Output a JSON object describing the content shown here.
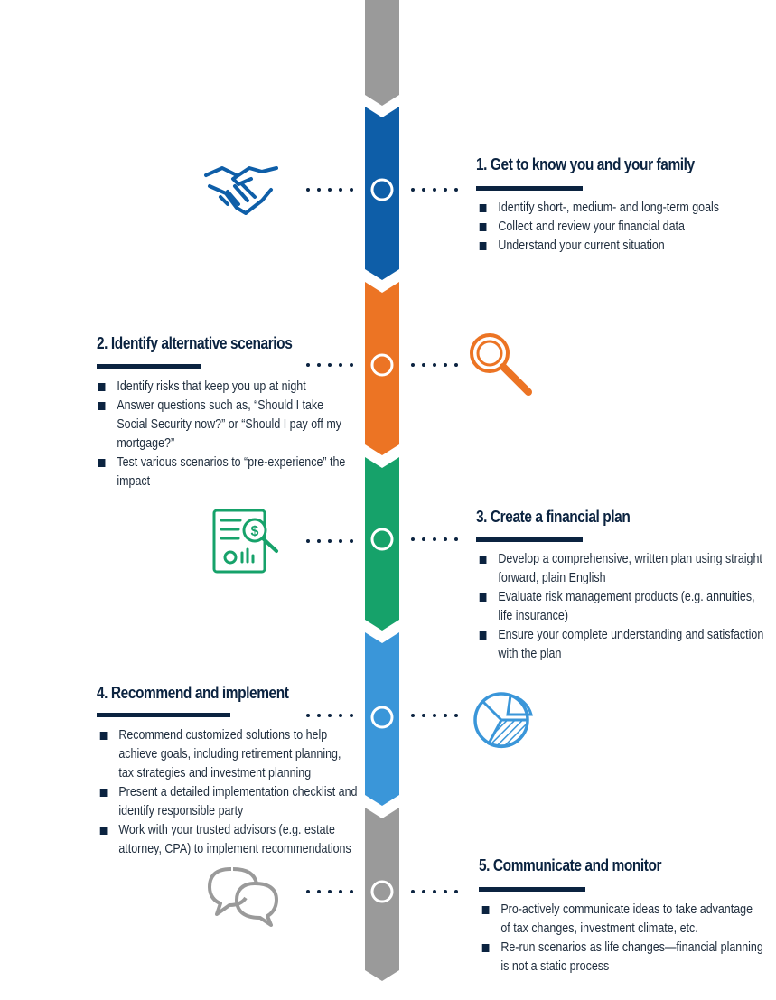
{
  "steps": [
    {
      "title": "1. Get to know  you and your family",
      "color": "#0e5ea8",
      "icon": "handshake-icon",
      "bullets": [
        "Identify short-, medium- and long-term goals",
        "Collect and review your financial data",
        "Understand your current situation"
      ]
    },
    {
      "title": "2. Identify alternative scenarios",
      "color": "#ec7424",
      "icon": "magnifier-icon",
      "bullets": [
        "Identify risks that keep you up at night",
        "Answer questions such as, “Should I take Social Security now?”  or “Should I pay off my mortgage?”",
        "Test various scenarios to “pre-experience” the impact"
      ]
    },
    {
      "title": "3. Create a financial plan",
      "color": "#16a26a",
      "icon": "financial-report-icon",
      "bullets": [
        "Develop a comprehensive, written plan using straight forward, plain English",
        "Evaluate risk management products (e.g. annuities, life insurance)",
        "Ensure your complete understanding and satisfaction with the plan"
      ]
    },
    {
      "title": "4. Recommend and implement",
      "color": "#3a96d9",
      "icon": "pie-chart-icon",
      "bullets": [
        "Recommend customized solutions to help achieve goals, including retirement planning, tax strategies and investment planning",
        "Present a detailed implementation checklist and identify responsible party",
        "Work with your trusted advisors (e.g. estate attorney, CPA) to implement recommendations"
      ]
    },
    {
      "title": "5. Communicate and monitor",
      "color": "#9a9a9a",
      "icon": "chat-bubbles-icon",
      "bullets": [
        "Pro-actively communicate ideas to take advantage of tax changes, investment climate, etc.",
        "Re-run scenarios as life changes—financial planning is not a static process"
      ]
    }
  ],
  "colors": {
    "navy": "#0b2340",
    "top_gray": "#9a9a9a"
  }
}
